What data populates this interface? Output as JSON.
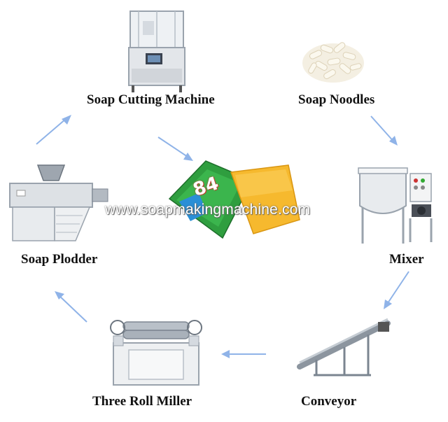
{
  "stages": {
    "cutting": {
      "label": "Soap Cutting Machine"
    },
    "noodles": {
      "label": "Soap Noodles"
    },
    "mixer": {
      "label": "Mixer"
    },
    "conveyor": {
      "label": "Conveyor"
    },
    "miller": {
      "label": "Three Roll Miller"
    },
    "plodder": {
      "label": "Soap Plodder"
    }
  },
  "product": {
    "badge": "84"
  },
  "watermark": "www.soapmakingmachine.com",
  "colors": {
    "arrow": "#8fb3e8",
    "label": "#111111",
    "soap_bar": "#f6b92e",
    "wrapper": "#2f9e3f"
  }
}
